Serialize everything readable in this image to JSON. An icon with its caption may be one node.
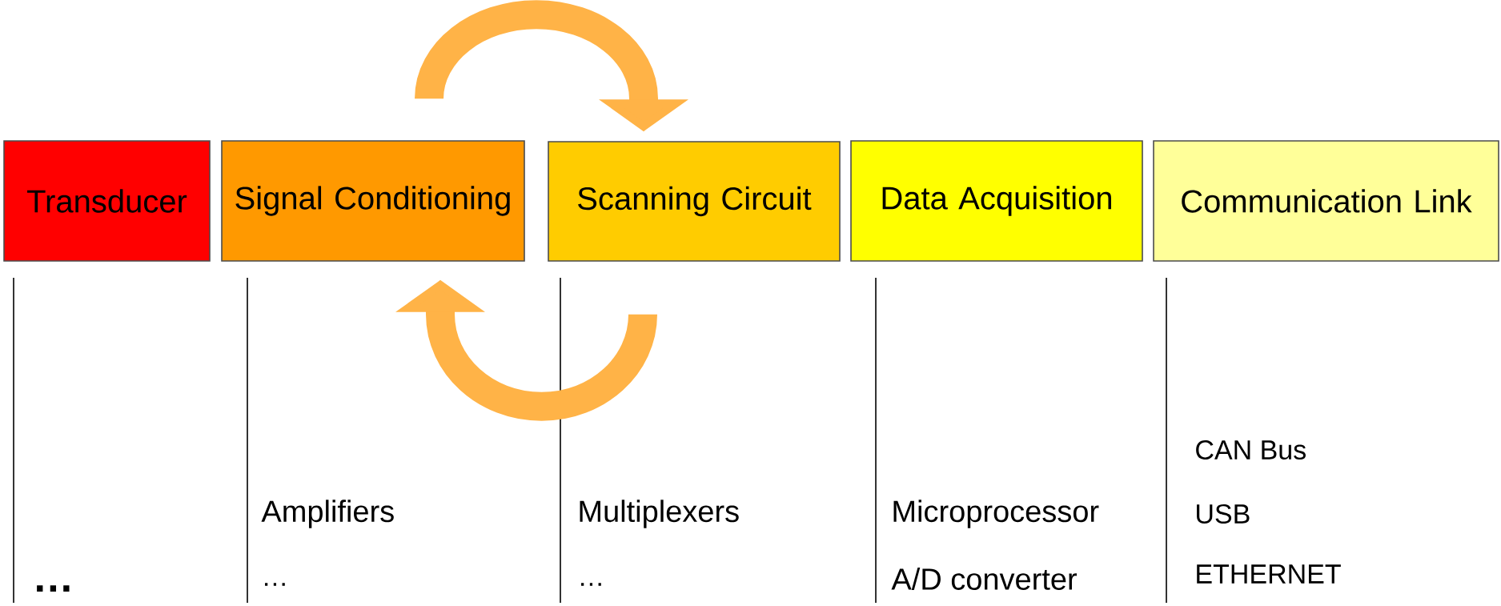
{
  "diagram": {
    "nodes": [
      {
        "text": [
          "Transducer"
        ]
      },
      {
        "text": [
          "Signal Conditioning"
        ]
      },
      {
        "text": [
          "Scanning Circuit"
        ]
      },
      {
        "text": [
          "Data Acquisition"
        ]
      },
      {
        "text": [
          "Communication Link"
        ]
      }
    ],
    "edges": [
      {
        "from": 1,
        "to": 2,
        "arrow": "to"
      },
      {
        "from": 2,
        "to": 1,
        "arrow": "to"
      }
    ],
    "labels": [
      "CAN Bus",
      "Amplifiers",
      "Multiplexers",
      "Microprocessor",
      "USB",
      "…",
      "…",
      "A/D converter",
      "ETHERNET",
      "…"
    ]
  }
}
